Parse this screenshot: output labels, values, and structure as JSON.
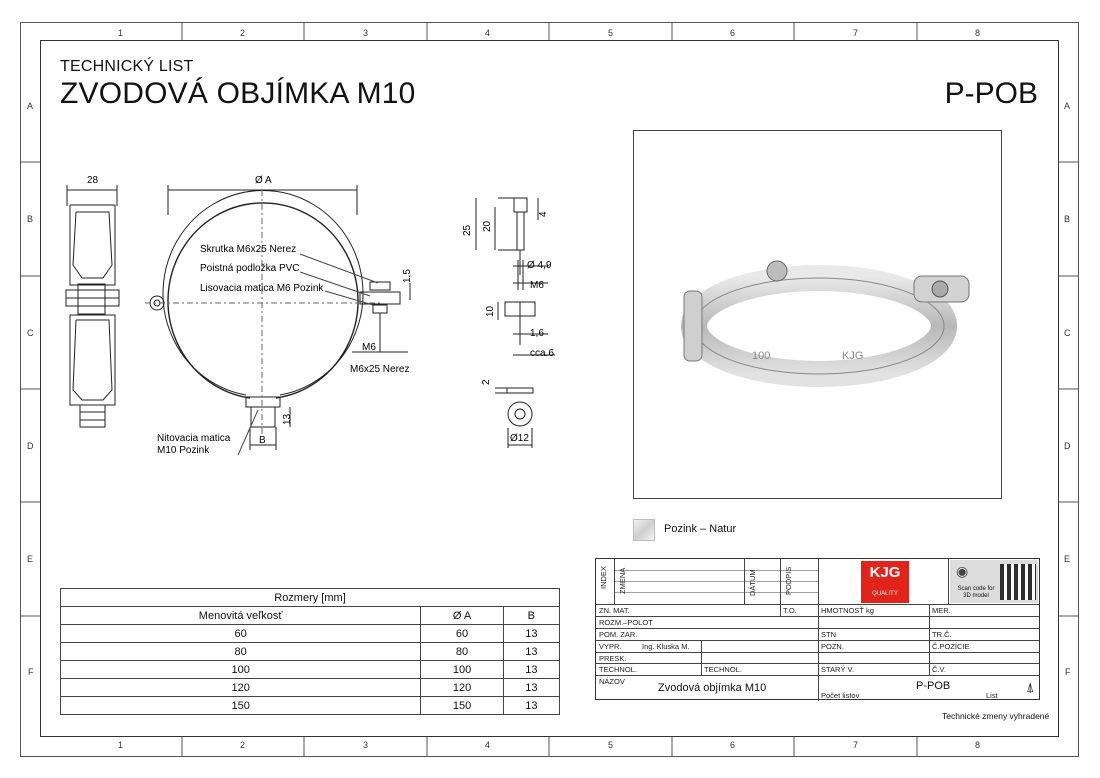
{
  "header": {
    "subtitle": "TECHNICKÝ LIST",
    "title": "ZVODOVÁ OBJÍMKA M10",
    "code": "P-POB"
  },
  "grid": {
    "columns": [
      "1",
      "2",
      "3",
      "4",
      "5",
      "6",
      "7",
      "8"
    ],
    "rows": [
      "A",
      "B",
      "C",
      "D",
      "E",
      "F"
    ]
  },
  "drawing": {
    "dim_width": "28",
    "dim_diameter": "Ø A",
    "label_screw": "Skrutka M6x25 Nerez",
    "label_washer": "Poistná podložka PVC",
    "label_nut": "Lisovacia matica M6 Pozink",
    "label_m6": "M6",
    "label_m6x25": "M6x25 Nerez",
    "label_dim_15": "1,5",
    "label_dim_13": "13",
    "label_b": "B",
    "label_rivet_nut_1": "Nitovacia matica",
    "label_rivet_nut_2": "M10 Pozink",
    "detail_25": "25",
    "detail_20": "20",
    "detail_4": "4",
    "detail_d49": "Ø 4,9",
    "detail_m6": "M6",
    "detail_10": "10",
    "detail_16": "1,6",
    "detail_cca6": "cca.6",
    "detail_2": "2",
    "detail_d12": "Ø12"
  },
  "finish": {
    "label": "Pozink – Natur"
  },
  "photo": {
    "stamp_100": "100",
    "stamp_kjg": "KJG"
  },
  "dimensions_table": {
    "caption": "Rozmery [mm]",
    "headers": [
      "Menovitá veľkosť",
      "Ø A",
      "B"
    ],
    "rows": [
      [
        "60",
        "60",
        "13"
      ],
      [
        "80",
        "80",
        "13"
      ],
      [
        "100",
        "100",
        "13"
      ],
      [
        "120",
        "120",
        "13"
      ],
      [
        "150",
        "150",
        "13"
      ]
    ]
  },
  "title_block": {
    "index": "INDEX",
    "zmena": "ZMENA",
    "datum": "DÁTUM",
    "podpis": "PODPIS",
    "logo": "KJG",
    "logo_sub": "QUALITY",
    "scan": "Scan code for 3D model",
    "zn_mat": "ZN. MAT.",
    "to": "T.O.",
    "hmotnost": "HMOTNOSŤ kg",
    "mer": "MER.",
    "rozm_polot": "ROZM.–POLOT",
    "pom_zar": "POM. ZAR.",
    "stn": "STN",
    "tr_c": "TR.Č.",
    "vypr": "VYPR.",
    "vypr_name": "Ing. Kluska M.",
    "pozn": "POZN.",
    "c_pozicie": "Č.POZÍCIE",
    "presk": "PRESK.",
    "technol": "TECHNOL.",
    "technol2": "TECHNOL.",
    "stary_v": "STARÝ V.",
    "c_v": "Č.V.",
    "nazov": "NÁZOV",
    "nazov_value": "Zvodová objímka M10",
    "code_value": "P-POB",
    "pocet_listov": "Počet listov",
    "list": "List"
  },
  "footer_note": "Technické zmeny vyhradené"
}
